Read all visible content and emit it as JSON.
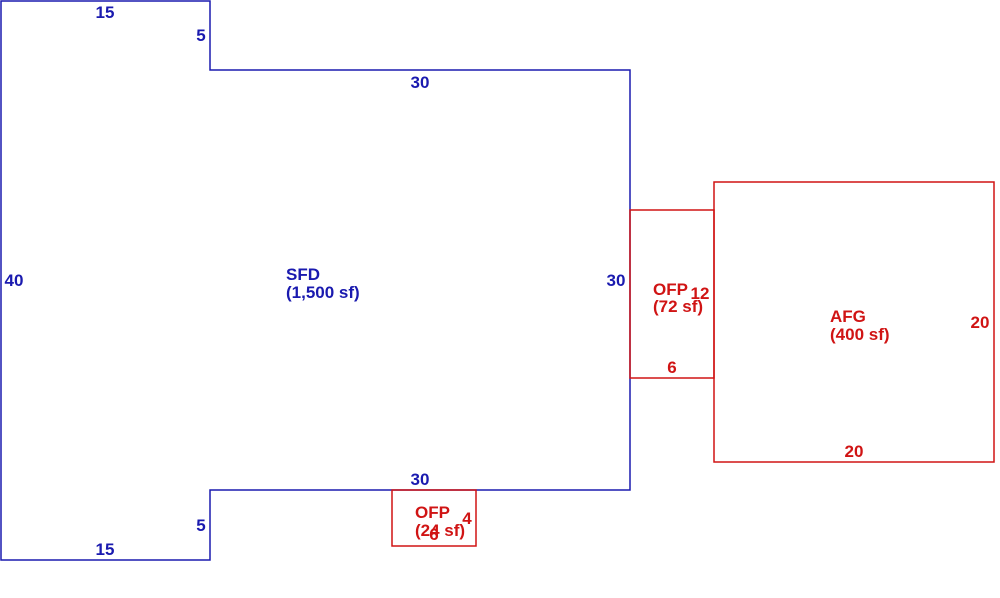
{
  "colors": {
    "living": "#1a1aaf",
    "other": "#d01414"
  },
  "areas": [
    {
      "code": "SFD",
      "area": "(1,500 sf)",
      "color": "living"
    },
    {
      "code": "OFP",
      "area": "(72 sf)",
      "color": "other"
    },
    {
      "code": "AFG",
      "area": "(400 sf)",
      "color": "other"
    },
    {
      "code": "OFP",
      "area": "(24 sf)",
      "color": "other"
    }
  ],
  "dimensions": {
    "sfd": {
      "top_left": "15",
      "notch_top": "5",
      "top_main": "30",
      "left": "40",
      "right": "30",
      "bottom_main": "30",
      "notch_bottom": "5",
      "bottom_left": "15"
    },
    "porch_side": {
      "height": "12",
      "width": "6"
    },
    "garage": {
      "height": "20",
      "width": "20"
    },
    "porch_front": {
      "height": "4",
      "width": "6"
    }
  }
}
